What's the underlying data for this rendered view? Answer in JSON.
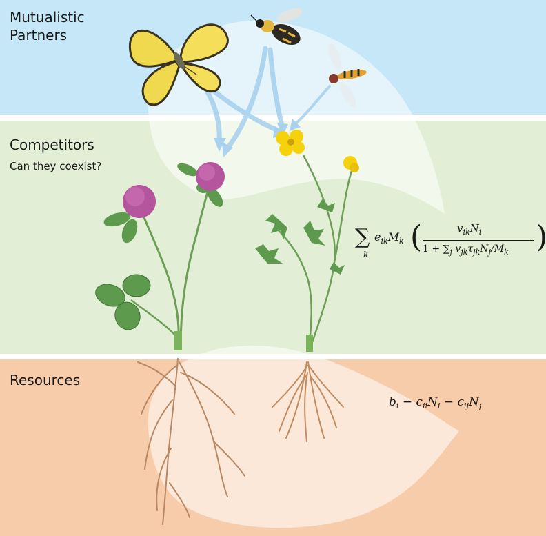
{
  "labels": {
    "mutualistic": "Mutualistic\nPartners",
    "competitors": "Competitors",
    "question": "Can they coexist?",
    "resources": "Resources"
  },
  "equations": {
    "mutualism": {
      "sum": "∑",
      "sum_index": "k",
      "prefix_e": "e",
      "prefix_e_sub": "ik",
      "prefix_m": "M",
      "prefix_m_sub": "k",
      "numerator": "v",
      "numerator_sub": "ik",
      "numerator_n": "N",
      "numerator_n_sub": "i",
      "denominator": "1 + ∑",
      "denominator_sub": "j",
      "denominator_rest": "v",
      "denominator_v_sub": "jk",
      "denominator_tau": "τ",
      "denominator_tau_sub": "jk",
      "denominator_n": "N",
      "denominator_n_sub": "j",
      "denominator_m": "/M",
      "denominator_m_sub": "k"
    },
    "resources": {
      "b": "b",
      "b_sub": "i",
      "minus1": " − c",
      "c1_sub": "ii",
      "n1": "N",
      "n1_sub": "i",
      "minus2": " − c",
      "c2_sub": "ij",
      "n2": "N",
      "n2_sub": "j"
    }
  },
  "colors": {
    "sky": "#c6e7f7",
    "meadow": "#e2efd6",
    "soil": "#f7ccaa",
    "arrow": "#a9d2ee",
    "clover": "#b5559d",
    "buttercup": "#f5d20c",
    "leaf": "#5e9a4e",
    "root": "#b88862"
  }
}
